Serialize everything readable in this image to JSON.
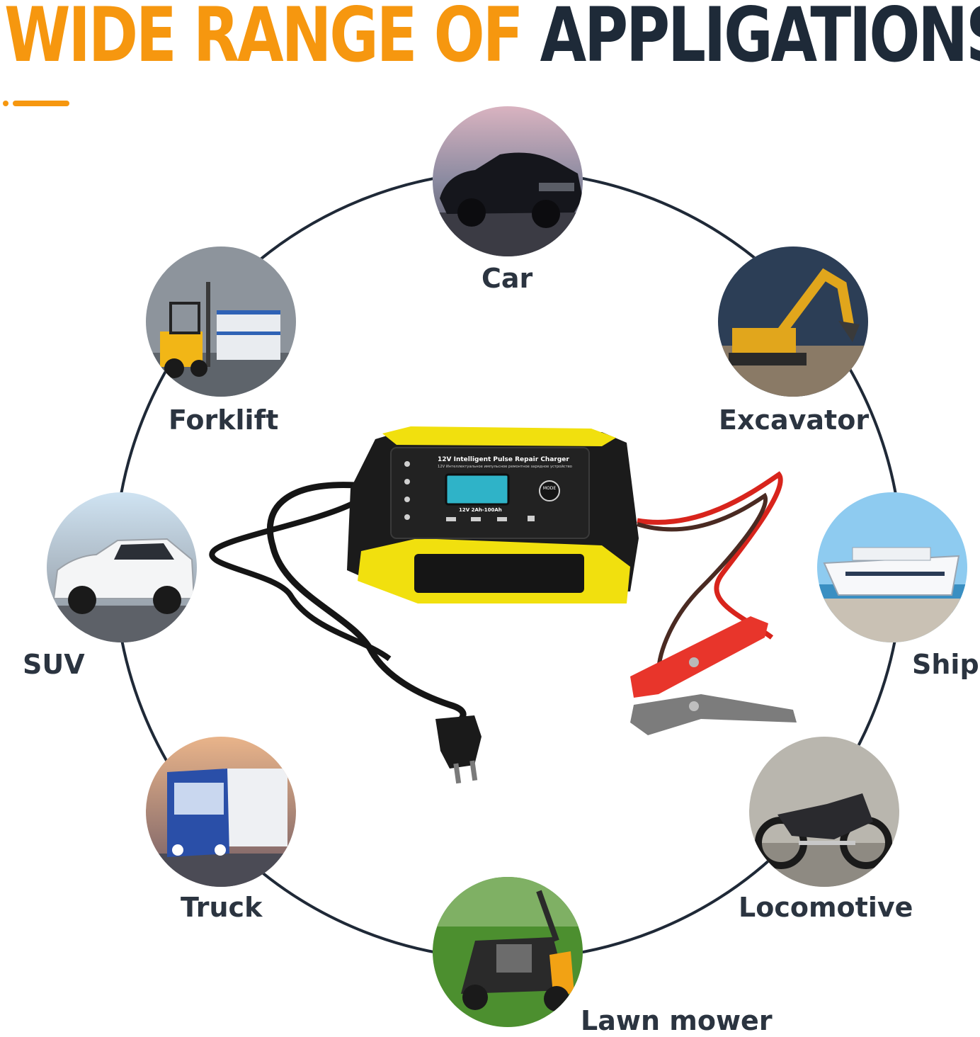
{
  "heading": {
    "part1": "WIDE RANGE OF",
    "part2": "APPLIGATIONS",
    "colors": {
      "accent": "#f6970f",
      "dark": "#1e2a38"
    }
  },
  "applications": [
    {
      "id": "car",
      "label": "Car",
      "icon": "car-photo"
    },
    {
      "id": "forklift",
      "label": "Forklift",
      "icon": "forklift-photo"
    },
    {
      "id": "excavator",
      "label": "Excavator",
      "icon": "excavator-photo"
    },
    {
      "id": "suv",
      "label": "SUV",
      "icon": "suv-photo"
    },
    {
      "id": "ship",
      "label": "Ship",
      "icon": "ship-photo"
    },
    {
      "id": "truck",
      "label": "Truck",
      "icon": "truck-photo"
    },
    {
      "id": "locomotive",
      "label": "Locomotive",
      "icon": "motorcycle-photo"
    },
    {
      "id": "lawn-mower",
      "label": "Lawn mower",
      "icon": "lawn-mower-photo"
    }
  ],
  "product": {
    "title": "12V Intelligent Pulse Repair Charger",
    "subtitle": "12V Интеллектуальное импульсное ремонтное зарядное устройство",
    "capacity": "12V 2Ah-100Ah",
    "mode_button": "MODE",
    "colors": {
      "body": "#1b1b1b",
      "trim": "#f1e00e",
      "display": "#2fb3c8",
      "clamp": "#e8352b"
    }
  }
}
